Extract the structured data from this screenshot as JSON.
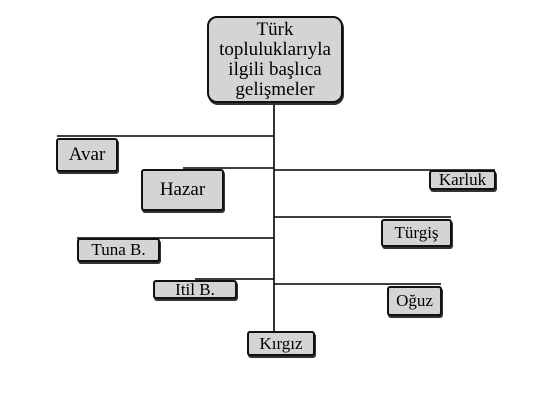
{
  "diagram": {
    "root": "Türk topluluklarıyla ilgili başlıca gelişmeler",
    "left_branches": [
      "Avar",
      "Hazar",
      "Tuna B.",
      "Itil B."
    ],
    "right_branches": [
      "Karluk",
      "Türgiş",
      "Oğuz"
    ],
    "bottom": "Kırgız"
  }
}
